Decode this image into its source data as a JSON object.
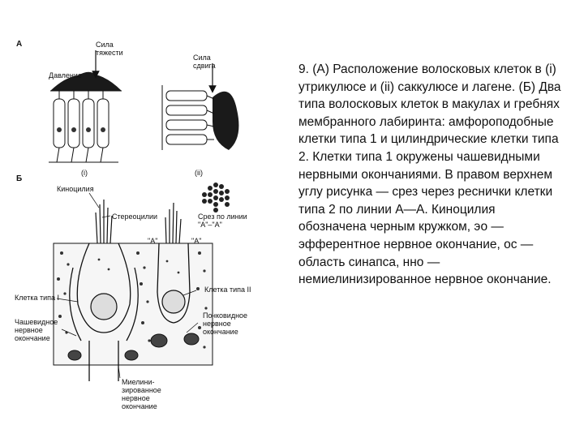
{
  "figure": {
    "labels": {
      "panel_a": "А",
      "gravity_force": "Сила\nтяжести",
      "shear_force": "Сила\nсдвига",
      "pressure": "Давление",
      "sub_i": "(i)",
      "sub_ii": "(ii)",
      "panel_b": "Б",
      "kinocilium": "Киноцилия",
      "stereocilia": "Стереоцилии",
      "section_line": "Срез по линии\n\"А\"–\"А\"",
      "marker_a_left": "\"А\"",
      "marker_a_right": "\"А\"",
      "hair_cell_type_1": "Клетка типа I",
      "hair_cell_type_2": "Клетка типа II",
      "calyx_ending": "Чашевидное\nнервное\nокончание",
      "bouton_ending": "Почковидное\nнервное\nокончание",
      "myelinated_ending": "Миелини-\nзированное\nнервное\nокончание"
    }
  },
  "caption": {
    "text": "9. (А) Расположение волосковых клеток в (i) утрикулюсе и (ii) саккулюсе и лагене. (Б) Два типа волосковых клеток в макулах и гребнях мембранного лабиринта: амфороподобные клетки типа 1 и цилиндрические клетки типа 2. Клетки типа 1 окружены чашевидными нервными окончаниями. В правом верхнем углу рисунка — срез через реснички клетки типа 2 по линии А—А. Киноцилия обозначена черным кружком, эо — эфферентное нервное окончание, ос — область синапса, нно — немиелинизированное нервное окончание."
  }
}
